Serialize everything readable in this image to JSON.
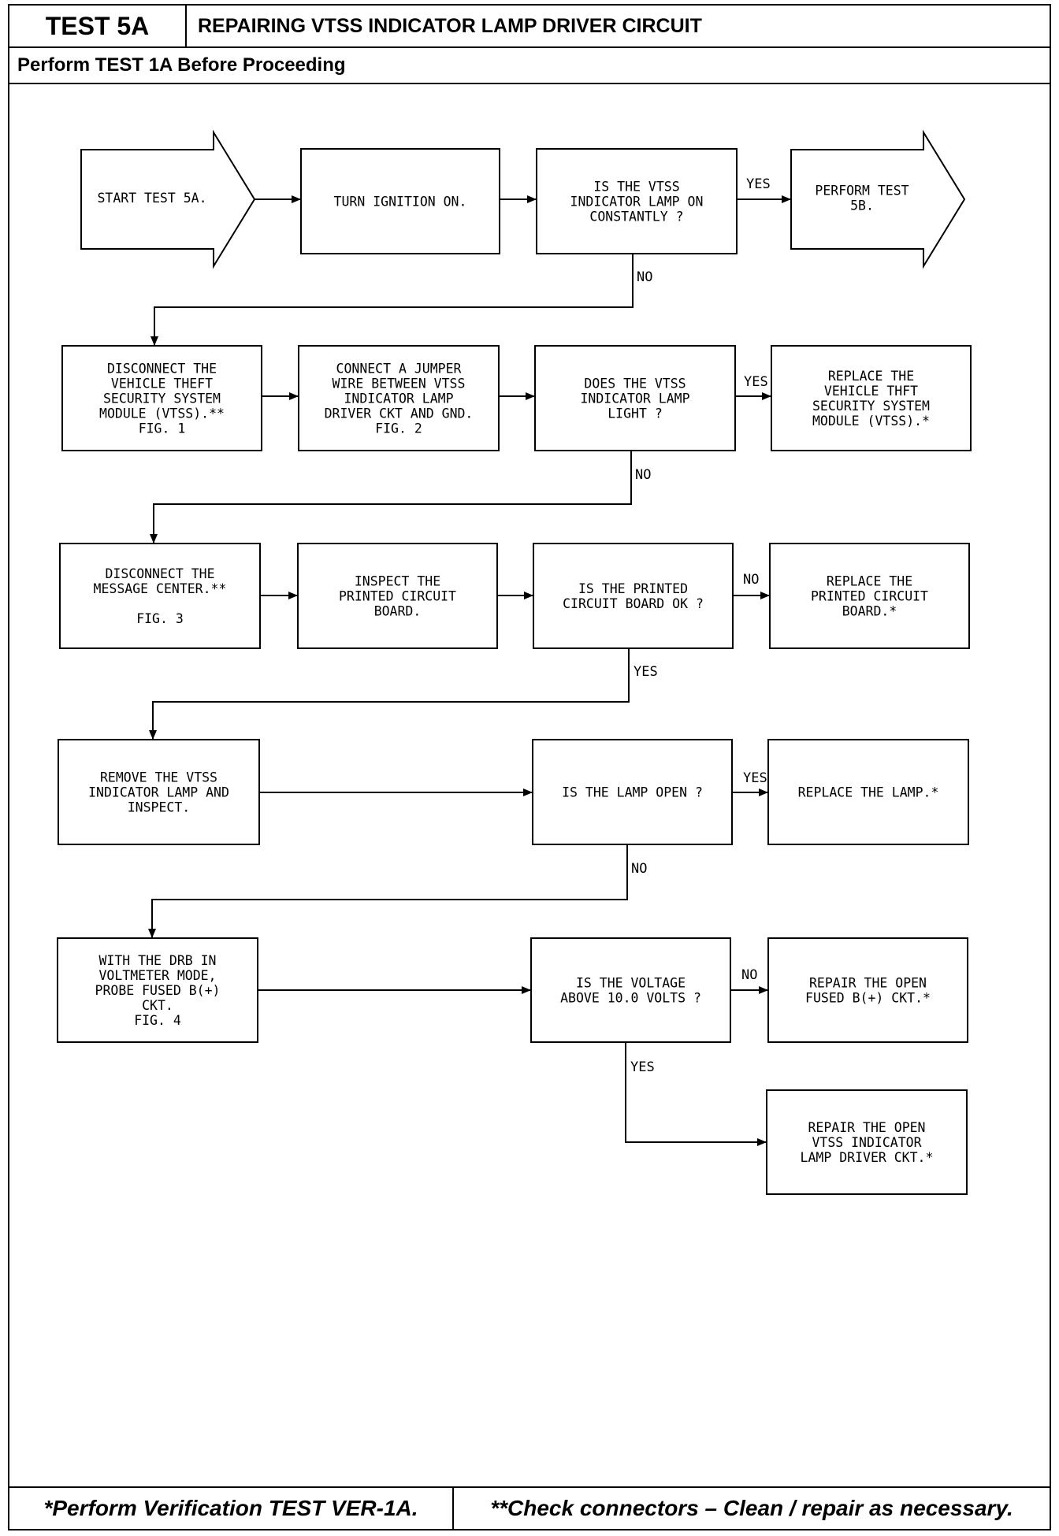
{
  "header": {
    "test_id": "TEST 5A",
    "title": "REPAIRING VTSS INDICATOR LAMP DRIVER CIRCUIT",
    "prerequisite": "Perform TEST 1A Before Proceeding"
  },
  "footer": {
    "verification_note": "*Perform Verification TEST VER-1A.",
    "connector_note": "**Check connectors – Clean / repair as necessary."
  },
  "flowchart": {
    "nodes": {
      "start": [
        "START TEST 5A."
      ],
      "ignition": [
        "TURN IGNITION ON."
      ],
      "q_constant": [
        "IS THE VTSS",
        "INDICATOR LAMP ON",
        "CONSTANTLY ?"
      ],
      "perform_5b": [
        "PERFORM TEST",
        "5B."
      ],
      "disconnect_vtss": [
        "DISCONNECT THE",
        "VEHICLE THEFT",
        "SECURITY SYSTEM",
        "MODULE (VTSS).**",
        "FIG. 1"
      ],
      "jumper": [
        "CONNECT A JUMPER",
        "WIRE BETWEEN VTSS",
        "INDICATOR LAMP",
        "DRIVER CKT AND GND.",
        "FIG. 2"
      ],
      "q_light": [
        "DOES THE VTSS",
        "INDICATOR LAMP",
        "LIGHT ?"
      ],
      "replace_vtss": [
        "REPLACE THE",
        "VEHICLE THFT",
        "SECURITY SYSTEM",
        "MODULE (VTSS).*"
      ],
      "disconnect_msg": [
        "DISCONNECT THE",
        "MESSAGE CENTER.**",
        "",
        "FIG. 3"
      ],
      "inspect_pcb": [
        "INSPECT THE",
        "PRINTED CIRCUIT",
        "BOARD."
      ],
      "q_pcb": [
        "IS THE PRINTED",
        "CIRCUIT BOARD OK ?"
      ],
      "replace_pcb": [
        "REPLACE THE",
        "PRINTED CIRCUIT",
        "BOARD.*"
      ],
      "remove_lamp": [
        "REMOVE THE VTSS",
        "INDICATOR LAMP AND",
        "INSPECT."
      ],
      "q_lamp": [
        "IS THE LAMP OPEN ?"
      ],
      "replace_lamp": [
        "REPLACE THE LAMP.*"
      ],
      "drb_probe": [
        "WITH THE DRB IN",
        "VOLTMETER MODE,",
        "PROBE FUSED B(+)",
        "CKT.",
        "FIG. 4"
      ],
      "q_voltage": [
        "IS THE VOLTAGE",
        "ABOVE 10.0 VOLTS ?"
      ],
      "repair_fused": [
        "REPAIR THE OPEN",
        "FUSED B(+) CKT.*"
      ],
      "repair_driver": [
        "REPAIR THE OPEN",
        "VTSS INDICATOR",
        "LAMP DRIVER CKT.*"
      ]
    },
    "labels": {
      "yes": "YES",
      "no": "NO"
    }
  }
}
